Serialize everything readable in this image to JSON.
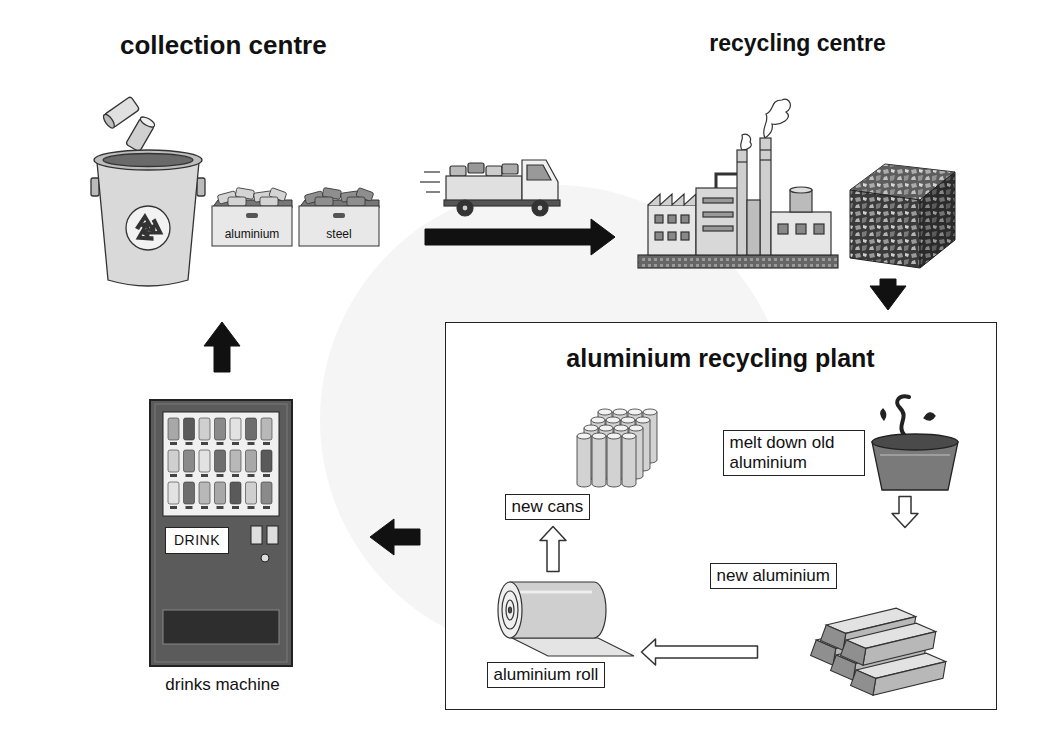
{
  "diagram": {
    "nodes": [
      {
        "text": [
          "collection centre"
        ]
      },
      {
        "text": [
          "aluminium"
        ],
        "in": 0
      },
      {
        "text": [
          "steel"
        ],
        "in": 0
      },
      {
        "text": [
          "recycling centre"
        ]
      },
      {
        "text": [
          "aluminium recycling plant"
        ]
      },
      {
        "text": [
          "melt down old aluminium"
        ],
        "in": 4
      },
      {
        "text": [
          "new aluminium"
        ],
        "in": 4
      },
      {
        "text": [
          "aluminium roll"
        ],
        "in": 4
      },
      {
        "text": [
          "new cans"
        ],
        "in": 4
      },
      {
        "text": [
          "DRINK",
          "drinks machine"
        ]
      }
    ],
    "edges": [
      {
        "from": 0,
        "to": 3,
        "arrow": "to"
      },
      {
        "from": 3,
        "to": 4,
        "arrow": "to"
      },
      {
        "from": 4,
        "to": 9,
        "arrow": "to"
      },
      {
        "from": 9,
        "to": 0,
        "arrow": "to"
      },
      {
        "from": 5,
        "to": 6,
        "arrow": "to"
      },
      {
        "from": 6,
        "to": 7,
        "arrow": "to"
      },
      {
        "from": 7,
        "to": 8,
        "arrow": "to"
      }
    ]
  }
}
